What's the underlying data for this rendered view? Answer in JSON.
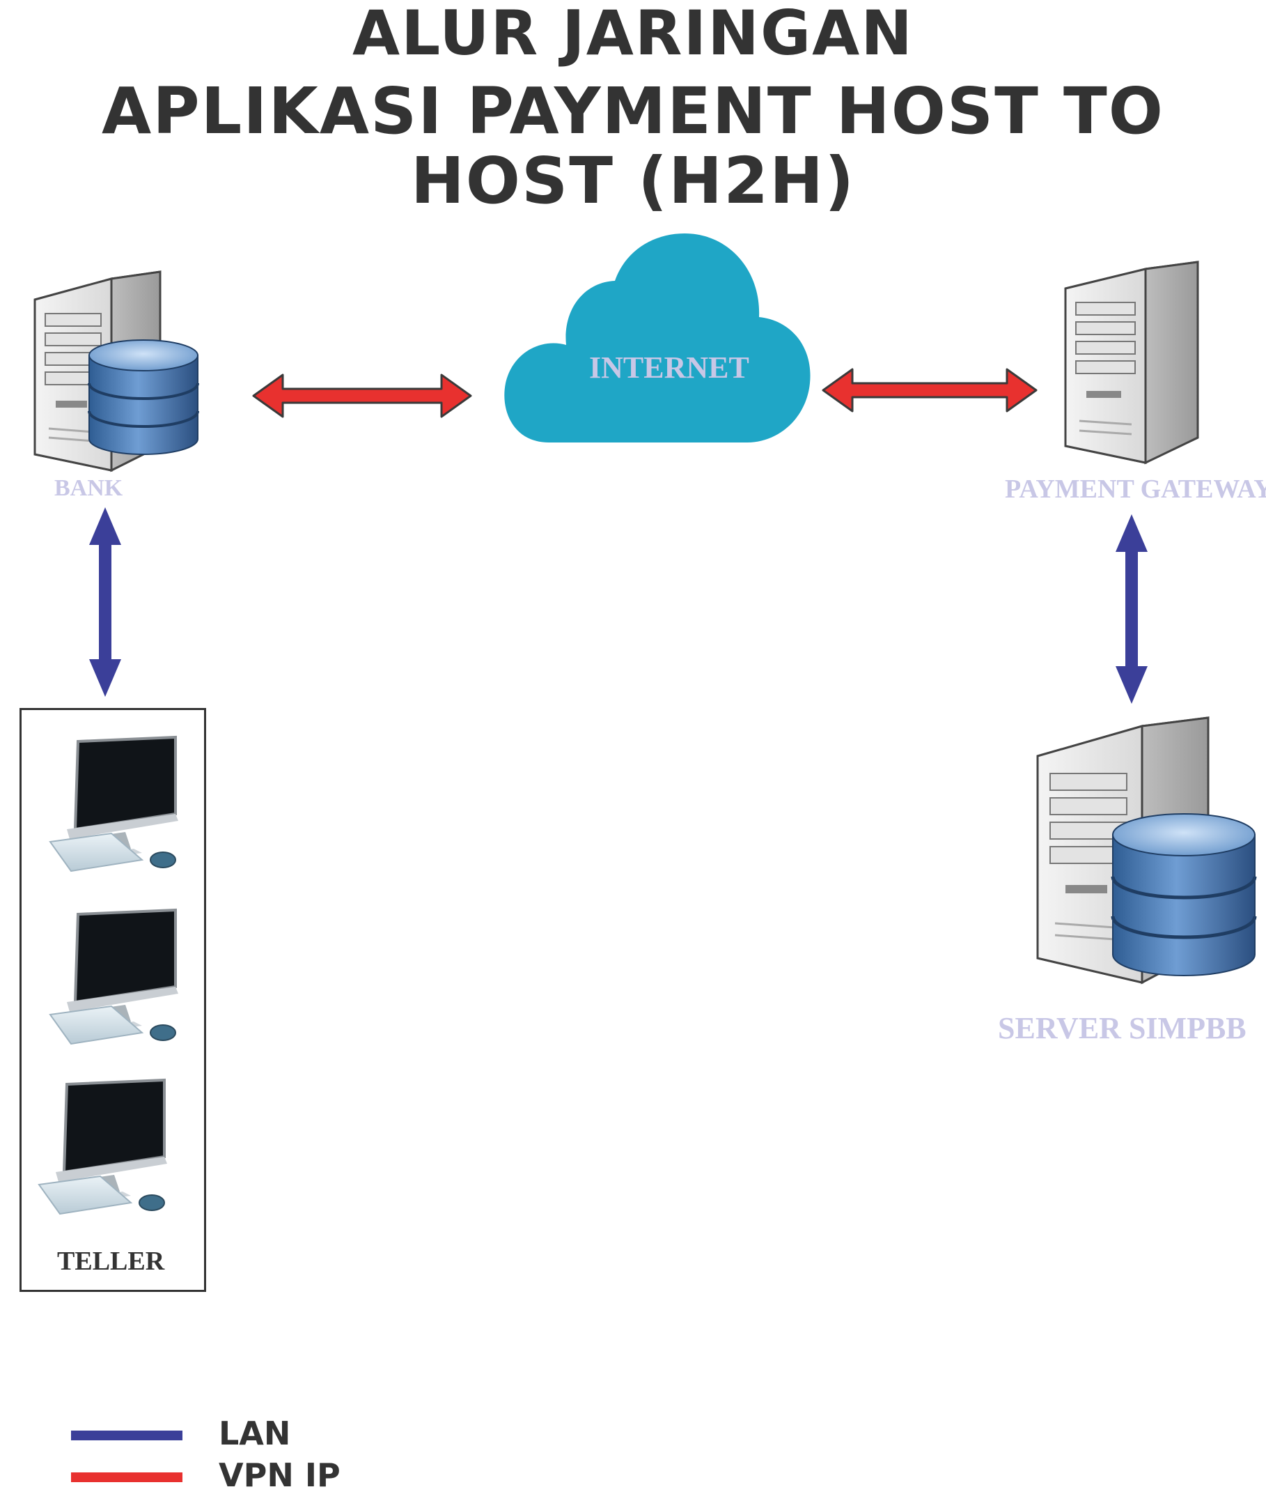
{
  "title": {
    "line1": "ALUR JARINGAN",
    "line2": "APLIKASI PAYMENT HOST TO HOST (H2H)"
  },
  "nodes": {
    "bank": "BANK",
    "internet": "INTERNET",
    "payment_gateway": "PAYMENT GATEWAY",
    "server_simpbb": "SERVER SIMPBB",
    "teller": "TELLER"
  },
  "legend": [
    {
      "label": "LAN",
      "color": "#3b3f99"
    },
    {
      "label": "VPN IP",
      "color": "#e8312f"
    }
  ],
  "colors": {
    "node_label": "#c8c7e6",
    "lan": "#3b3f99",
    "vpn": "#e8312f",
    "cloud": "#1fa6c6",
    "internet_text": "#c8c7e6"
  },
  "icons": {
    "server": "server-tower-icon",
    "database": "database-icon",
    "cloud": "cloud-icon",
    "computer": "desktop-computer-icon"
  }
}
